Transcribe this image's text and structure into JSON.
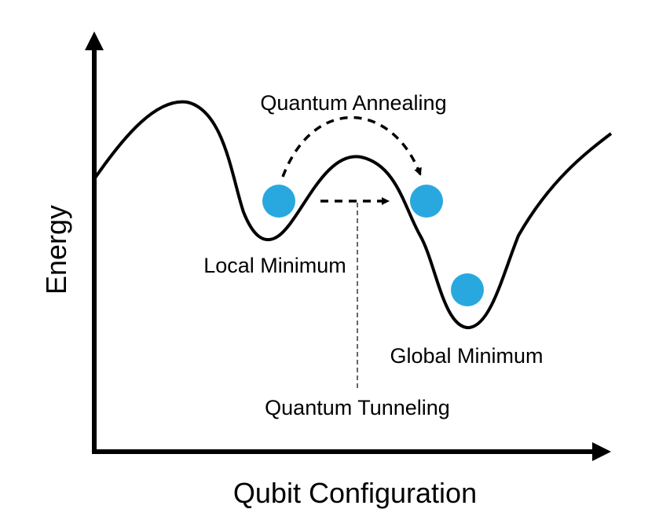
{
  "labels": {
    "y_axis": "Energy",
    "x_axis": "Qubit Configuration",
    "local_minimum": "Local Minimum",
    "global_minimum": "Global Minimum",
    "quantum_annealing": "Quantum Annealing",
    "quantum_tunneling": "Quantum Tunneling"
  },
  "colors": {
    "axis": "#000000",
    "curve": "#000000",
    "state_marker": "#29a8e0",
    "text": "#000000"
  },
  "icons": {
    "y_axis_arrow": "arrow-up-icon",
    "x_axis_arrow": "arrow-right-icon"
  }
}
